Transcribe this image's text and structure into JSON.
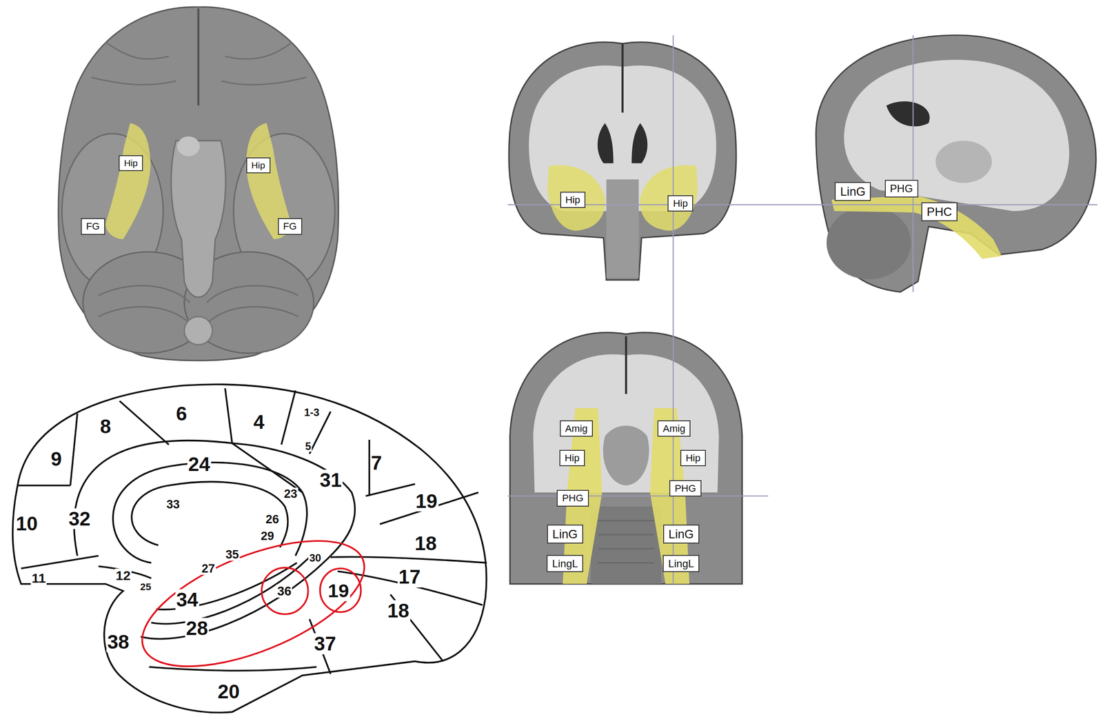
{
  "diagram": {
    "nodes": [
      {
        "text": [
          "Hip"
        ]
      },
      {
        "text": [
          "Hip"
        ]
      },
      {
        "text": [
          "FG"
        ]
      },
      {
        "text": [
          "FG"
        ]
      },
      {
        "text": [
          "Hip"
        ]
      },
      {
        "text": [
          "Hip"
        ]
      },
      {
        "text": [
          "LinG"
        ]
      },
      {
        "text": [
          "PHG"
        ]
      },
      {
        "text": [
          "PHC"
        ]
      },
      {
        "text": [
          "Amig"
        ]
      },
      {
        "text": [
          "Amig"
        ]
      },
      {
        "text": [
          "Hip"
        ]
      },
      {
        "text": [
          "Hip"
        ]
      },
      {
        "text": [
          "PHG"
        ]
      },
      {
        "text": [
          "PHG"
        ]
      },
      {
        "text": [
          "LinG"
        ]
      },
      {
        "text": [
          "LinG"
        ]
      },
      {
        "text": [
          "LingL"
        ]
      },
      {
        "text": [
          "LingL"
        ]
      }
    ],
    "edges": [],
    "labels": [
      "1-3",
      "6",
      "4",
      "8",
      "5",
      "9",
      "7",
      "24",
      "31",
      "23",
      "19",
      "33",
      "32",
      "26",
      "10",
      "29",
      "18",
      "35",
      "30",
      "27",
      "17",
      "11",
      "12",
      "25",
      "36",
      "19",
      "34",
      "18",
      "28",
      "38",
      "37",
      "20"
    ]
  }
}
